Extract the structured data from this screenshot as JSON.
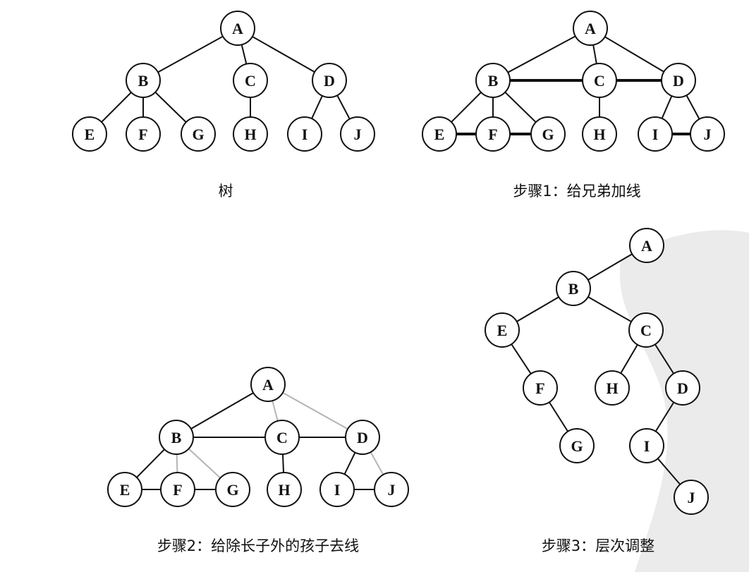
{
  "colors": {
    "ink": "#111111",
    "faint": "#b5b5b5",
    "watermark": "#ebebeb",
    "background": "#ffffff"
  },
  "watermark_icon": "calligraphy-watermark-icon",
  "panels": [
    {
      "id": "tree",
      "caption": "树",
      "nodes": [
        "A",
        "B",
        "C",
        "D",
        "E",
        "F",
        "G",
        "H",
        "I",
        "J"
      ],
      "edges": [
        {
          "from": "A",
          "to": "B",
          "style": "normal"
        },
        {
          "from": "A",
          "to": "C",
          "style": "normal"
        },
        {
          "from": "A",
          "to": "D",
          "style": "normal"
        },
        {
          "from": "B",
          "to": "E",
          "style": "normal"
        },
        {
          "from": "B",
          "to": "F",
          "style": "normal"
        },
        {
          "from": "B",
          "to": "G",
          "style": "normal"
        },
        {
          "from": "C",
          "to": "H",
          "style": "normal"
        },
        {
          "from": "D",
          "to": "I",
          "style": "normal"
        },
        {
          "from": "D",
          "to": "J",
          "style": "normal"
        }
      ]
    },
    {
      "id": "step1",
      "caption": "步骤1：给兄弟加线",
      "nodes": [
        "A",
        "B",
        "C",
        "D",
        "E",
        "F",
        "G",
        "H",
        "I",
        "J"
      ],
      "edges": [
        {
          "from": "A",
          "to": "B",
          "style": "normal"
        },
        {
          "from": "A",
          "to": "C",
          "style": "normal"
        },
        {
          "from": "A",
          "to": "D",
          "style": "normal"
        },
        {
          "from": "B",
          "to": "E",
          "style": "normal"
        },
        {
          "from": "B",
          "to": "F",
          "style": "normal"
        },
        {
          "from": "B",
          "to": "G",
          "style": "normal"
        },
        {
          "from": "C",
          "to": "H",
          "style": "normal"
        },
        {
          "from": "D",
          "to": "I",
          "style": "normal"
        },
        {
          "from": "D",
          "to": "J",
          "style": "normal"
        },
        {
          "from": "B",
          "to": "C",
          "style": "bold"
        },
        {
          "from": "C",
          "to": "D",
          "style": "bold"
        },
        {
          "from": "E",
          "to": "F",
          "style": "bold"
        },
        {
          "from": "F",
          "to": "G",
          "style": "bold"
        },
        {
          "from": "I",
          "to": "J",
          "style": "bold"
        }
      ]
    },
    {
      "id": "step2",
      "caption": "步骤2：给除长子外的孩子去线",
      "nodes": [
        "A",
        "B",
        "C",
        "D",
        "E",
        "F",
        "G",
        "H",
        "I",
        "J"
      ],
      "edges": [
        {
          "from": "A",
          "to": "B",
          "style": "normal"
        },
        {
          "from": "A",
          "to": "C",
          "style": "faint"
        },
        {
          "from": "A",
          "to": "D",
          "style": "faint"
        },
        {
          "from": "B",
          "to": "E",
          "style": "normal"
        },
        {
          "from": "B",
          "to": "F",
          "style": "faint"
        },
        {
          "from": "B",
          "to": "G",
          "style": "faint"
        },
        {
          "from": "C",
          "to": "H",
          "style": "normal"
        },
        {
          "from": "D",
          "to": "I",
          "style": "normal"
        },
        {
          "from": "D",
          "to": "J",
          "style": "faint"
        },
        {
          "from": "B",
          "to": "C",
          "style": "normal"
        },
        {
          "from": "C",
          "to": "D",
          "style": "normal"
        },
        {
          "from": "E",
          "to": "F",
          "style": "normal"
        },
        {
          "from": "F",
          "to": "G",
          "style": "normal"
        },
        {
          "from": "I",
          "to": "J",
          "style": "normal"
        }
      ]
    },
    {
      "id": "step3",
      "caption": "步骤3：层次调整",
      "nodes": [
        "A",
        "B",
        "C",
        "D",
        "E",
        "F",
        "G",
        "H",
        "I",
        "J"
      ],
      "edges": [
        {
          "from": "A",
          "to": "B",
          "style": "level"
        },
        {
          "from": "B",
          "to": "E",
          "style": "level"
        },
        {
          "from": "B",
          "to": "C",
          "style": "level"
        },
        {
          "from": "E",
          "to": "F",
          "style": "level"
        },
        {
          "from": "F",
          "to": "G",
          "style": "level"
        },
        {
          "from": "C",
          "to": "H",
          "style": "level"
        },
        {
          "from": "C",
          "to": "D",
          "style": "level"
        },
        {
          "from": "D",
          "to": "I",
          "style": "level"
        },
        {
          "from": "I",
          "to": "J",
          "style": "level"
        }
      ]
    }
  ]
}
